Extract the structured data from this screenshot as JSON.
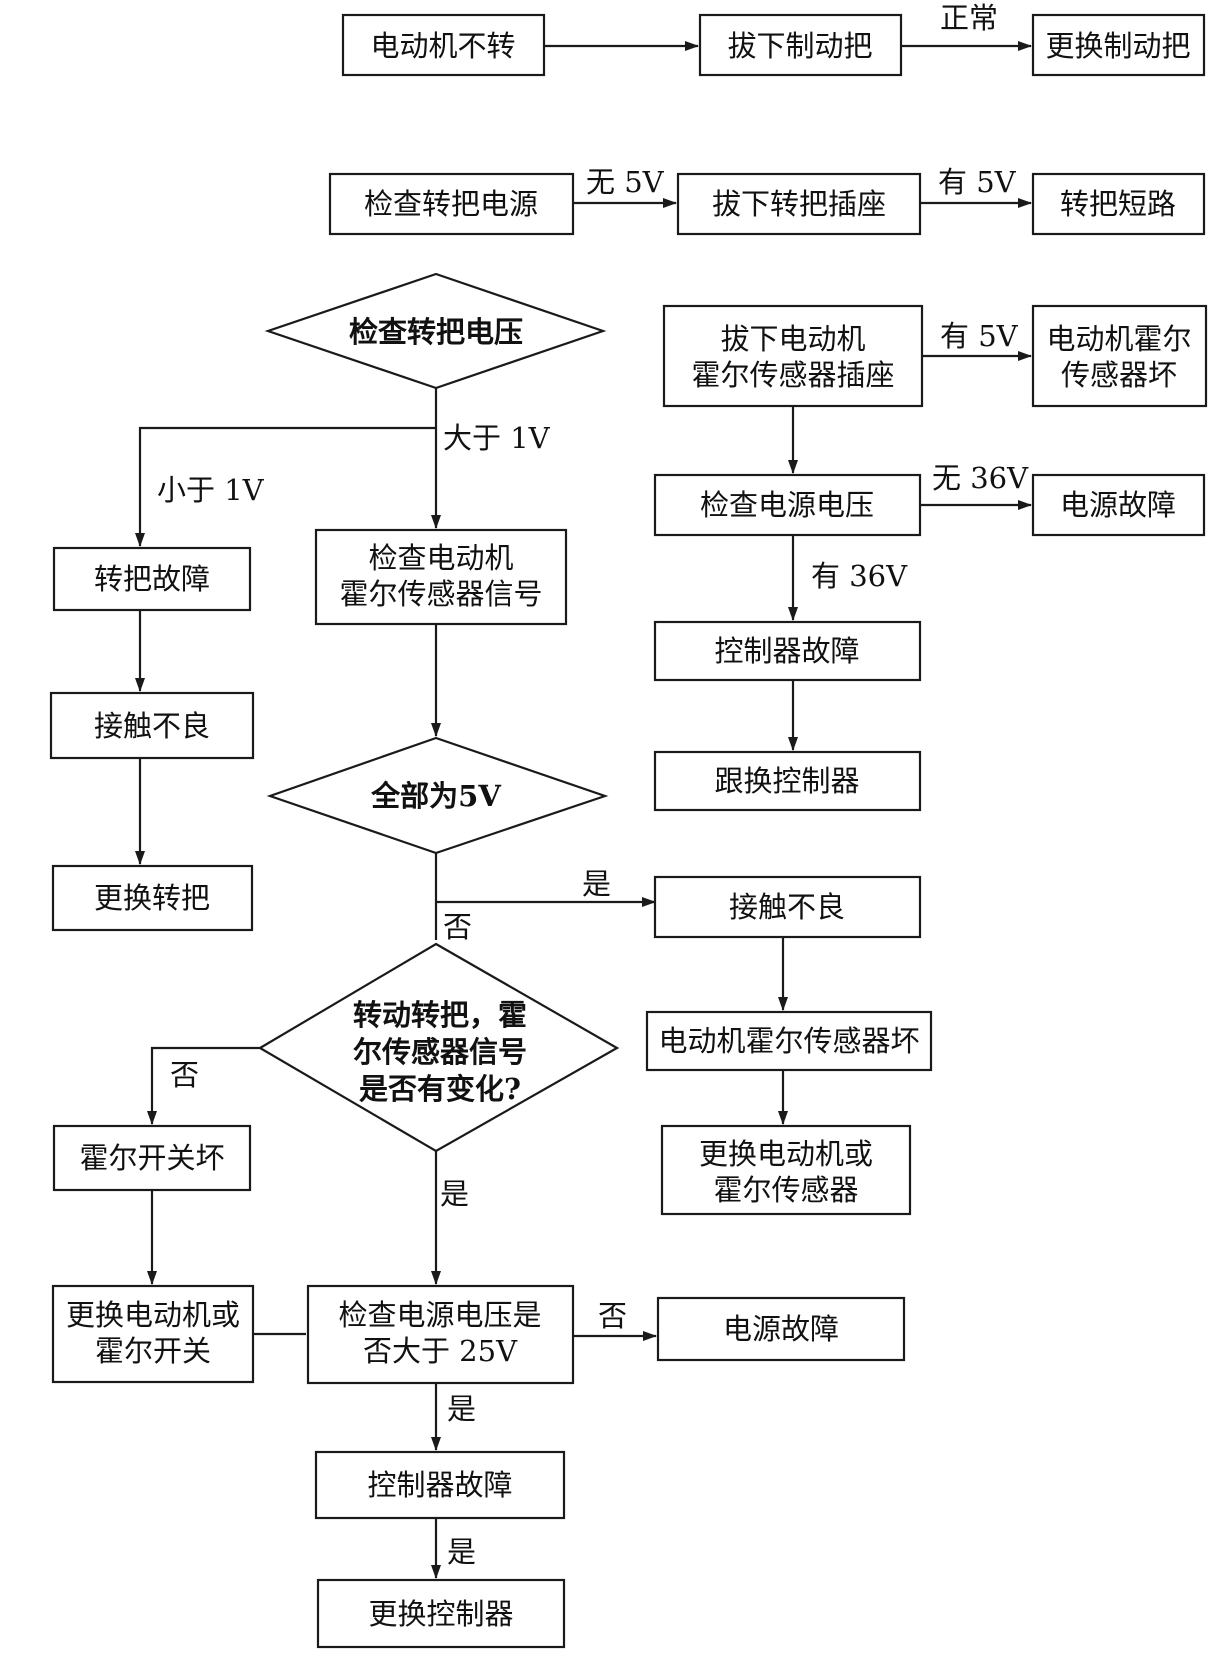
{
  "nodes": {
    "motor_not_turning": "电动机不转",
    "unplug_brake": "拔下制动把",
    "replace_brake": "更换制动把",
    "check_throttle_power": "检查转把电源",
    "unplug_throttle_socket": "拔下转把插座",
    "throttle_short": "转把短路",
    "check_throttle_voltage": "检查转把电压",
    "unplug_hall_socket": [
      "拔下电动机",
      "霍尔传感器插座"
    ],
    "motor_hall_bad_top": [
      "电动机霍尔",
      "传感器坏"
    ],
    "check_power_voltage": "检查电源电压",
    "power_fault_top": "电源故障",
    "throttle_fault": "转把故障",
    "check_hall_signal": [
      "检查电动机",
      "霍尔传感器信号"
    ],
    "controller_fault_right": "控制器故障",
    "replace_controller_right": "跟换控制器",
    "poor_contact_left": "接触不良",
    "replace_throttle": "更换转把",
    "all_5v": "全部为5V",
    "poor_contact_right": "接触不良",
    "motor_hall_bad_right": "电动机霍尔传感器坏",
    "replace_motor_hall_right": [
      "更换电动机或",
      "霍尔传感器"
    ],
    "hall_changes": [
      "转动转把，霍",
      "尔传感器信号",
      "是否有变化?"
    ],
    "hall_switch_bad": "霍尔开关坏",
    "replace_motor_hall_switch": [
      "更换电动机或",
      "霍尔开关"
    ],
    "check_voltage_25v": [
      "检查电源电压是",
      "否大于 25V"
    ],
    "power_fault_bottom": "电源故障",
    "controller_fault_bottom": "控制器故障",
    "replace_controller_bottom": "更换控制器"
  },
  "edge_labels": {
    "normal": "正常",
    "no_5v": "无 5V",
    "has_5v_1": "有 5V",
    "has_5v_2": "有 5V",
    "greater_1v": "大于 1V",
    "less_1v": "小于 1V",
    "no_36v": "无 36V",
    "has_36v": "有 36V",
    "yes_1": "是",
    "no_1": "否",
    "no_2": "否",
    "yes_2": "是",
    "no_3": "否",
    "yes_3": "是",
    "yes_4": "是"
  }
}
